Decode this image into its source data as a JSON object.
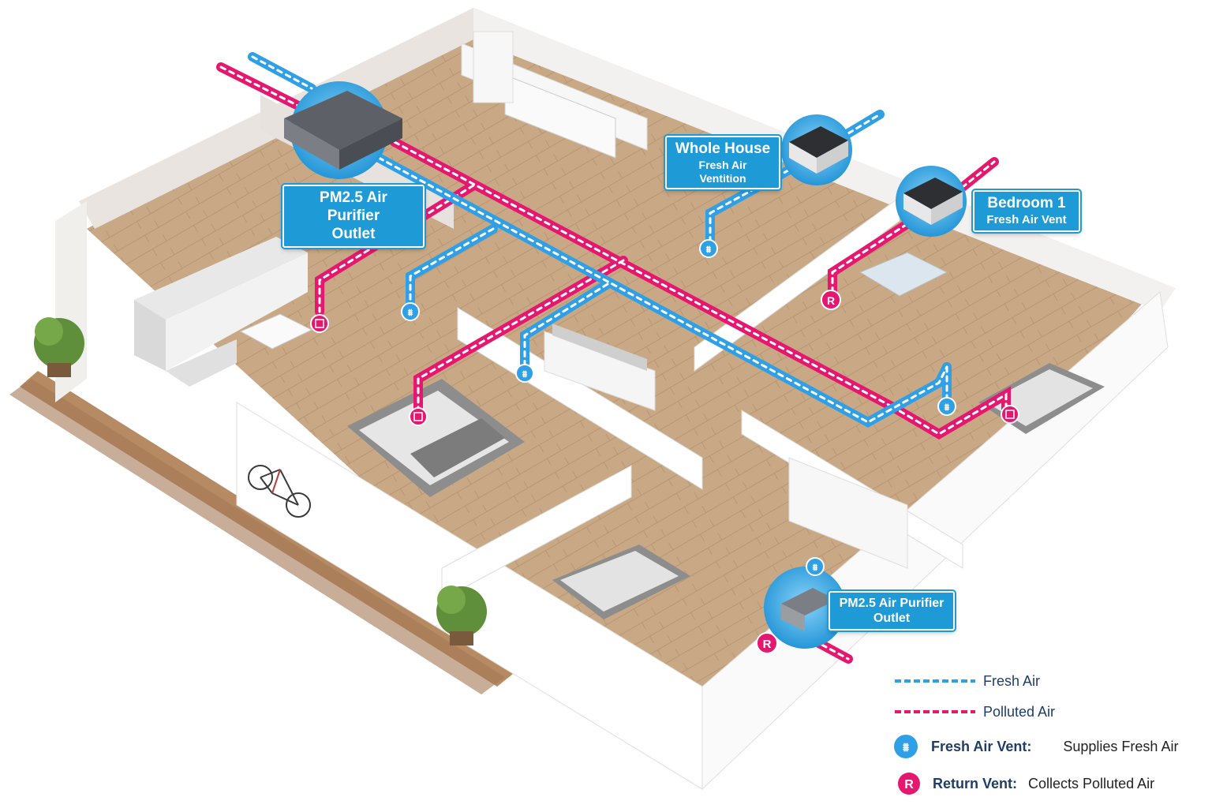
{
  "colors": {
    "fresh": "#2f9fe6",
    "polluted": "#e5176f",
    "callout_bg": "#1e9bd7",
    "legend_text": "#1f3d66"
  },
  "callouts": {
    "purifier_top": {
      "line1": "PM2.5 Air Purifier",
      "line2": "Outlet"
    },
    "whole_house": {
      "line1": "Whole House",
      "line2": "Fresh Air Ventition"
    },
    "bedroom1": {
      "line1": "Bedroom 1",
      "line2": "Fresh Air Vent"
    },
    "purifier_bottom": {
      "line1": "PM2.5 Air Purifier",
      "line2": "Outlet"
    }
  },
  "icons": {
    "fresh_vent": "fresh-air-vent-icon",
    "return_vent": "return-vent-icon",
    "return_letter": "R"
  },
  "legend": {
    "fresh_air": "Fresh Air",
    "polluted_air": "Polluted Air",
    "fresh_vent_term": "Fresh Air Vent:",
    "fresh_vent_desc": "Supplies Fresh Air",
    "return_vent_term": "Return Vent:",
    "return_vent_desc": "Collects Polluted Air"
  }
}
